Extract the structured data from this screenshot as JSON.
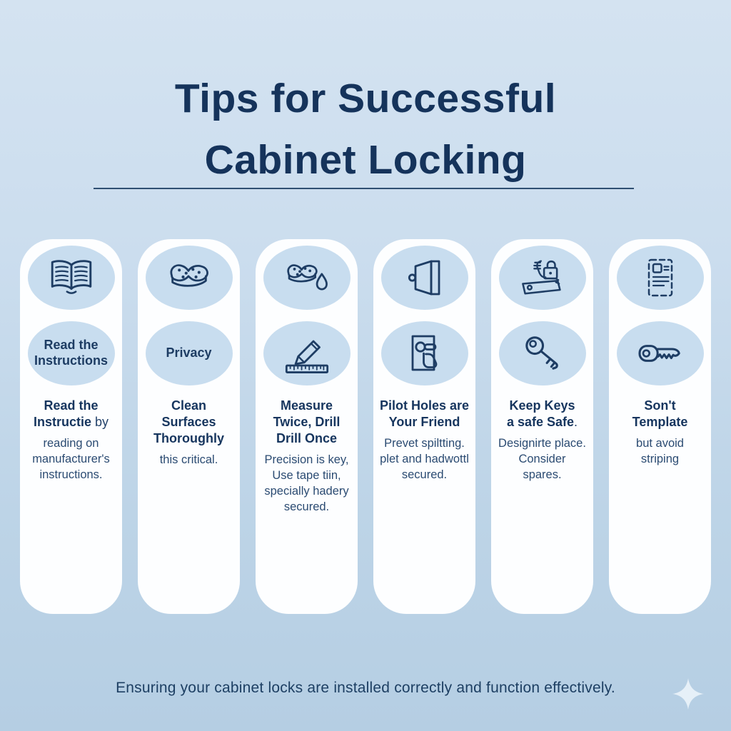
{
  "header": {
    "title_line1": "Tips for Successful",
    "title_line2": "Cabinet Locking"
  },
  "footer": {
    "tagline": "Ensuring your cabinet locks are installed correctly and function effectively.",
    "sparkle_icon": "four-point-star-icon"
  },
  "colors": {
    "background_top": "#d4e3f1",
    "background_bottom": "#b5cee3",
    "card_background": "#fdfeff",
    "oval_background": "#c8ddef",
    "title_navy": "#15335b",
    "text_navy": "#1d3c63",
    "body_navy": "#2b4b72",
    "divider": "#2f4f72",
    "sparkle": "#e9f1f9"
  },
  "cards": [
    {
      "icons": [
        "open-book-icon"
      ],
      "badge": "Read the\nInstructions",
      "heading_bold": "Read the\nInstructie",
      "heading_tail": " by",
      "body": "reading on\nmanufacturer's\ninstructions."
    },
    {
      "icons": [
        "sponge-icon"
      ],
      "badge": "Privacy",
      "heading_bold": "Clean\nSurfaces\nThoroughly",
      "heading_tail": "",
      "body": "this critical."
    },
    {
      "icons": [
        "sponge-droplet-icon",
        "pencil-ruler-icon"
      ],
      "heading_bold": "Measure\nTwice, Drill\nDrill Once",
      "heading_tail": "",
      "body": "Precision is key,\nUse tape tiin,\nspecially hadery\nsecured."
    },
    {
      "icons": [
        "open-door-icon",
        "hand-latch-icon"
      ],
      "heading_bold": "Pilot Holes are\nYour Friend",
      "heading_tail": "",
      "body": "Prevet spiltting.\nplet and hadwottl\nsecured."
    },
    {
      "icons": [
        "padlock-install-icon",
        "key-icon"
      ],
      "heading_bold": "Keep Keys\na safe Safe",
      "heading_tail": ".",
      "body": "Designirte place.\nConsider\nspares."
    },
    {
      "icons": [
        "template-icon",
        "flat-key-icon"
      ],
      "heading_bold": "Son't\nTemplate",
      "heading_tail": "",
      "body": "but avoid\nstriping"
    }
  ]
}
